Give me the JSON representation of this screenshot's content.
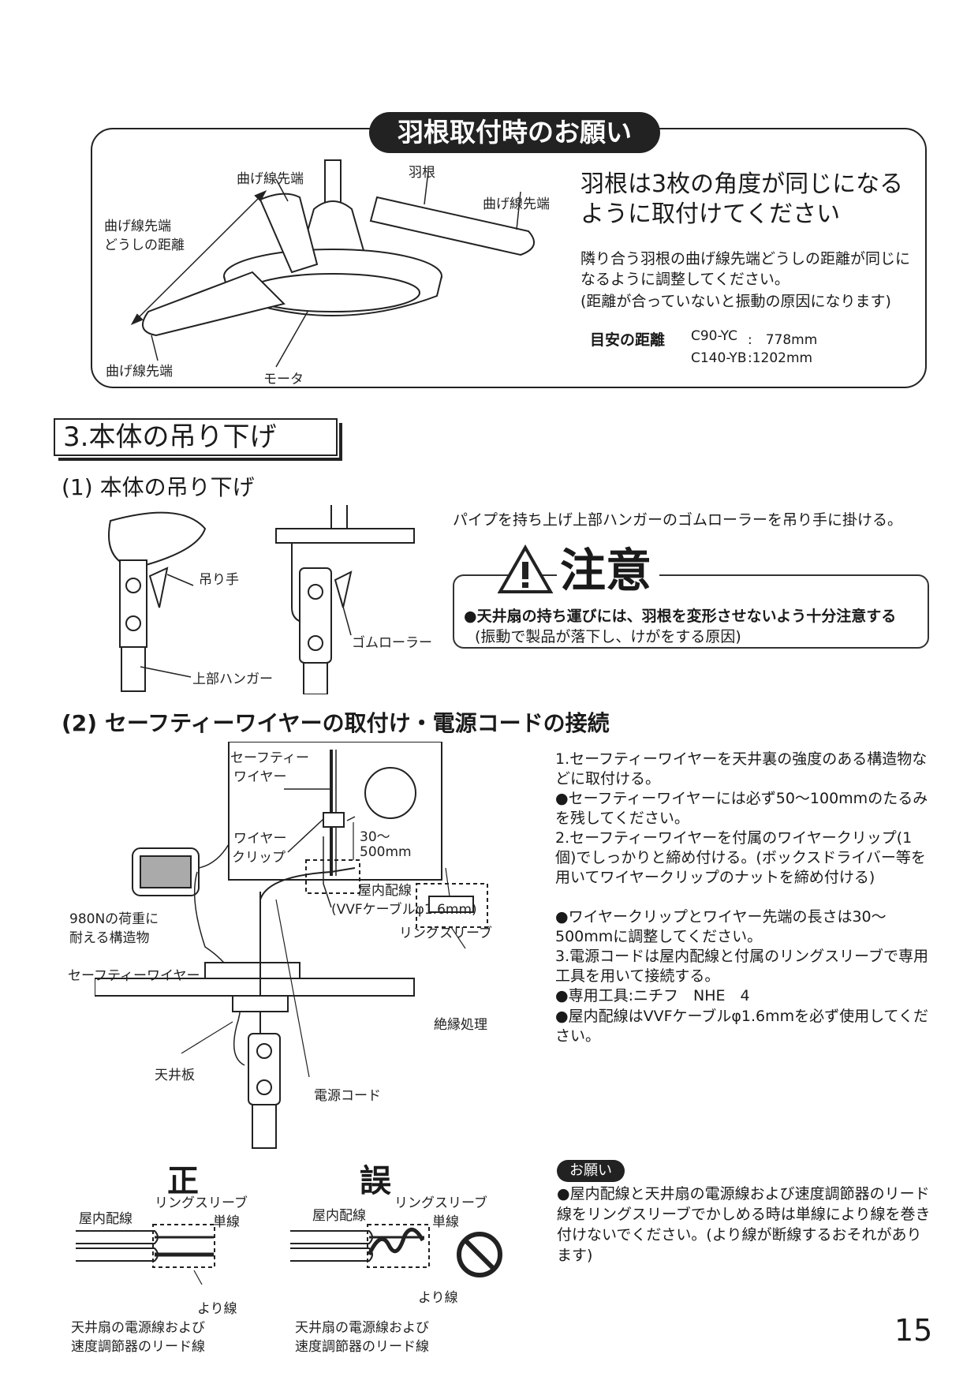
{
  "blade_notice": {
    "title": "羽根取付時のお願い",
    "labels": {
      "bent_tip_top": "曲げ線先端",
      "blade": "羽根",
      "bent_tip_right": "曲げ線先端",
      "bent_dist_1": "曲げ線先端",
      "bent_dist_2": "どうしの距離",
      "bent_tip_bottom": "曲げ線先端",
      "motor": "モータ"
    },
    "heading": "羽根は3枚の角度が同じになるように取付けてください",
    "para1": "隣り合う羽根の曲げ線先端どうしの距離が同じになるように調整してください。",
    "para2": "(距離が合っていないと振動の原因になります)",
    "distance_label": "目安の距離",
    "distances": [
      {
        "model": "C90-YC",
        "value": ":　778mm"
      },
      {
        "model": "C140-YB",
        "value": ":1202mm"
      }
    ]
  },
  "section3": {
    "heading": "3.本体の吊り下げ",
    "sub1": "(1) 本体の吊り下げ",
    "labels": {
      "hook": "吊り手",
      "upper_hanger": "上部ハンガー",
      "rubber_roller": "ゴムローラー"
    },
    "hang_text": "パイプを持ち上げ上部ハンガーのゴムローラーを吊り手に掛ける。",
    "caution": {
      "word": "注意",
      "line1": "●天井扇の持ち運びには、羽根を変形させないよう十分注意する",
      "line2": "(振動で製品が落下し、けがをする原因)"
    },
    "sub2": "(2) セーフティーワイヤーの取付け・電源コードの接続",
    "diagram_labels": {
      "safety_wire_1": "セーフティー",
      "safety_wire_2": "ワイヤー",
      "wire_clip_1": "ワイヤー",
      "wire_clip_2": "クリップ",
      "len_1": "30～",
      "len_2": "500mm",
      "structure_1": "980Nの荷重に",
      "structure_2": "耐える構造物",
      "safety_wire_full": "セーフティーワイヤー",
      "indoor_wiring_1": "屋内配線",
      "indoor_wiring_2": "(VVFケーブルφ1.6mm)",
      "ring_sleeve": "リングスリーブ",
      "insulation": "絶縁処理",
      "ceiling_board": "天井板",
      "power_cord": "電源コード"
    },
    "instructions": [
      "1.セーフティーワイヤーを天井裏の強度のある構造物などに取付ける。",
      "●セーフティーワイヤーには必ず50～100mmのたるみを残してください。",
      "2.セーフティーワイヤーを付属のワイヤークリップ(1個)でしっかりと締め付ける。(ボックスドライバー等を用いてワイヤークリップのナットを締め付ける)",
      "●ワイヤークリップとワイヤー先端の長さは30～500mmに調整してください。",
      "3.電源コードは屋内配線と付属のリングスリーブで専用工具を用いて接続する。",
      "●専用工具:ニチフ　NHE　4",
      "●屋内配線はVVFケーブルφ1.6mmを必ず使用してください。"
    ],
    "correct": "正",
    "wrong": "誤",
    "wire_labels": {
      "indoor": "屋内配線",
      "ring_sleeve": "リングスリーブ",
      "single": "単線",
      "stranded": "より線",
      "lead_1": "天井扇の電源線および",
      "lead_2": "速度調節器のリード線"
    },
    "request": {
      "badge": "お願い",
      "text": "●屋内配線と天井扇の電源線および速度調節器のリード線をリングスリーブでかしめる時は単線により線を巻き付けないでください。(より線が断線するおそれがあります)"
    }
  },
  "page_number": "15"
}
